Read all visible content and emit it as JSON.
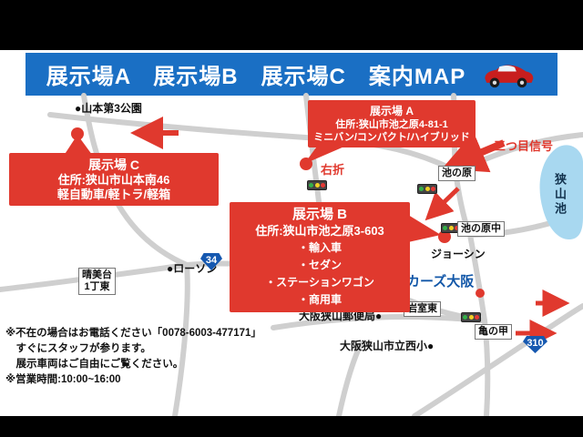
{
  "header": {
    "title": "展示場A　展示場B　展示場C　案内MAP"
  },
  "callouts": {
    "a": {
      "title": "展示場 A",
      "address": "住所:狭山市池之原4-81-1",
      "vehicles": "ミニバン/コンパクト/ハイブリッド"
    },
    "b": {
      "title": "展示場 B",
      "address": "住所:狭山市池之原3-603",
      "items": "・輸入車\n・セダン\n・ステーションワゴン\n・商用車"
    },
    "c": {
      "title": "展示場 C",
      "address": "住所:狭山市山本南46",
      "vehicles": "軽自動車/軽トラ/軽箱"
    }
  },
  "labels": {
    "park": "●山本第3公園",
    "right_turn": "右折",
    "third_signal": "三つ目信号",
    "ikenohara": "池の原",
    "ikenohara_naka": "池の原中",
    "sayama_lake": "狭山池",
    "joshin": "ジョーシン",
    "cars_osaka": "カーズ大阪",
    "harumidai": "晴美台\n1丁東",
    "lawson": "●ローソン",
    "post_office": "大阪狭山郵便局●",
    "iwamuro_higashi": "岩室東",
    "kame_no_ko": "亀の甲",
    "nishi_elementary": "大阪狭山市立西小●",
    "route_34": "34",
    "route_310": "310"
  },
  "notes": {
    "text": "※不在の場合はお電話ください「0078-6003-477171」\n　すぐにスタッフが参ります。\n　展示車両はご自由にご覧ください。\n※営業時間:10:00~16:00"
  },
  "colors": {
    "header_bg": "#1a6fc4",
    "accent_red": "#e0392e",
    "link_blue": "#1257a8",
    "lake_blue": "#a8d8f0",
    "road_gray": "#cfcfcf"
  }
}
